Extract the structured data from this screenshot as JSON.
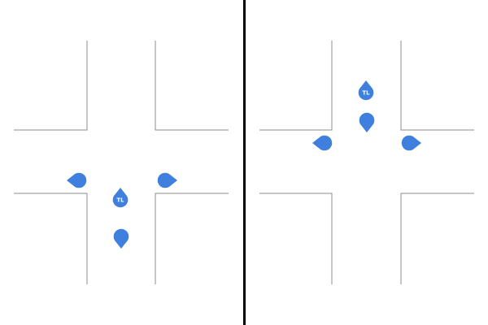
{
  "colors": {
    "background": "#ffffff",
    "road_line": "#8c8c8c",
    "divider": "#000000",
    "agent": "#3f7fde",
    "agent_text": "#ffffff"
  },
  "icon_semantics": {
    "agent": "teardrop-vehicle-marker-icon",
    "traffic_light": "traffic-light-marker-icon"
  },
  "scenes": [
    {
      "name": "left-intersection",
      "traffic_light": {
        "label": "TL",
        "heading": "north"
      },
      "agents": [
        {
          "heading": "west"
        },
        {
          "heading": "east"
        },
        {
          "heading": "south"
        }
      ]
    },
    {
      "name": "right-intersection",
      "traffic_light": {
        "label": "TL",
        "heading": "north"
      },
      "agents": [
        {
          "heading": "south"
        },
        {
          "heading": "west"
        },
        {
          "heading": "east"
        }
      ]
    }
  ]
}
